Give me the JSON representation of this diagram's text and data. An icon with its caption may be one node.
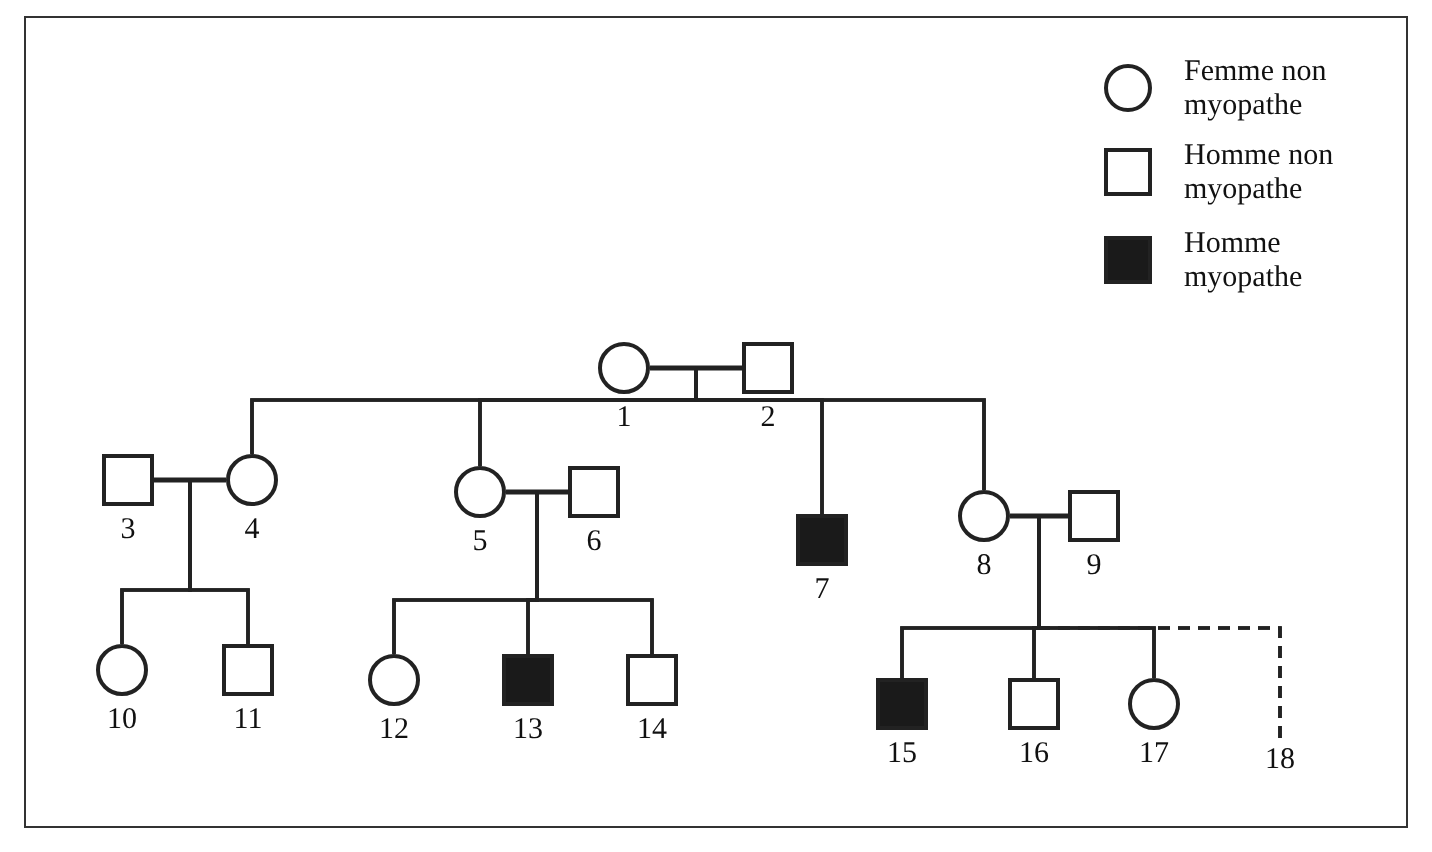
{
  "diagram": {
    "nodes": [
      {
        "text": [],
        "shape": "circle",
        "beside": [
          "1"
        ]
      },
      {
        "text": [],
        "shape": "box",
        "beside": [
          "2"
        ]
      },
      {
        "text": [],
        "shape": "box",
        "beside": [
          "3"
        ]
      },
      {
        "text": [],
        "shape": "circle",
        "beside": [
          "4"
        ]
      },
      {
        "text": [],
        "shape": "circle",
        "beside": [
          "5"
        ]
      },
      {
        "text": [],
        "shape": "box",
        "beside": [
          "6"
        ]
      },
      {
        "text": [],
        "shape": "box",
        "beside": [
          "7"
        ]
      },
      {
        "text": [],
        "shape": "circle",
        "beside": [
          "8"
        ]
      },
      {
        "text": [],
        "shape": "box",
        "beside": [
          "9"
        ]
      },
      {
        "text": [],
        "shape": "circle",
        "beside": [
          "10"
        ]
      },
      {
        "text": [],
        "shape": "box",
        "beside": [
          "11"
        ]
      },
      {
        "text": [],
        "shape": "circle",
        "beside": [
          "12"
        ]
      },
      {
        "text": [],
        "shape": "box",
        "beside": [
          "13"
        ]
      },
      {
        "text": [],
        "shape": "box",
        "beside": [
          "14"
        ]
      },
      {
        "text": [],
        "shape": "box",
        "beside": [
          "15"
        ]
      },
      {
        "text": [],
        "shape": "box",
        "beside": [
          "16"
        ]
      },
      {
        "text": [],
        "shape": "circle",
        "beside": [
          "17"
        ]
      },
      {
        "text": [
          "18"
        ]
      }
    ],
    "edges": [
      {
        "from": 0,
        "to": 1,
        "arrow": "none"
      },
      {
        "from": 0,
        "to": 3,
        "arrow": "none"
      },
      {
        "from": 0,
        "to": 4,
        "arrow": "none"
      },
      {
        "from": 0,
        "to": 6,
        "arrow": "none"
      },
      {
        "from": 0,
        "to": 7,
        "arrow": "none"
      },
      {
        "from": 1,
        "to": 3,
        "arrow": "none"
      },
      {
        "from": 1,
        "to": 4,
        "arrow": "none"
      },
      {
        "from": 1,
        "to": 6,
        "arrow": "none"
      },
      {
        "from": 1,
        "to": 7,
        "arrow": "none"
      },
      {
        "from": 2,
        "to": 3,
        "arrow": "none"
      },
      {
        "from": 2,
        "to": 9,
        "arrow": "none"
      },
      {
        "from": 2,
        "to": 10,
        "arrow": "none"
      },
      {
        "from": 3,
        "to": 9,
        "arrow": "none"
      },
      {
        "from": 3,
        "to": 10,
        "arrow": "none"
      },
      {
        "from": 4,
        "to": 5,
        "arrow": "none"
      },
      {
        "from": 4,
        "to": 11,
        "arrow": "none"
      },
      {
        "from": 4,
        "to": 12,
        "arrow": "none"
      },
      {
        "from": 4,
        "to": 13,
        "arrow": "none"
      },
      {
        "from": 5,
        "to": 11,
        "arrow": "none"
      },
      {
        "from": 5,
        "to": 12,
        "arrow": "none"
      },
      {
        "from": 5,
        "to": 13,
        "arrow": "none"
      },
      {
        "from": 7,
        "to": 8,
        "arrow": "none"
      },
      {
        "from": 7,
        "to": 14,
        "arrow": "none"
      },
      {
        "from": 7,
        "to": 15,
        "arrow": "none"
      },
      {
        "from": 7,
        "to": 16,
        "arrow": "none"
      },
      {
        "from": 7,
        "to": 17,
        "arrow": "none",
        "style": "dashed"
      },
      {
        "from": 8,
        "to": 14,
        "arrow": "none"
      },
      {
        "from": 8,
        "to": 15,
        "arrow": "none"
      },
      {
        "from": 8,
        "to": 16,
        "arrow": "none"
      },
      {
        "from": 8,
        "to": 17,
        "arrow": "none",
        "style": "dashed"
      }
    ],
    "legend": [
      {
        "text": "Femme non myopathe"
      },
      {
        "text": "Homme non myopathe"
      },
      {
        "text": "Homme myopathe",
        "color": "#1a1a1a"
      }
    ]
  }
}
